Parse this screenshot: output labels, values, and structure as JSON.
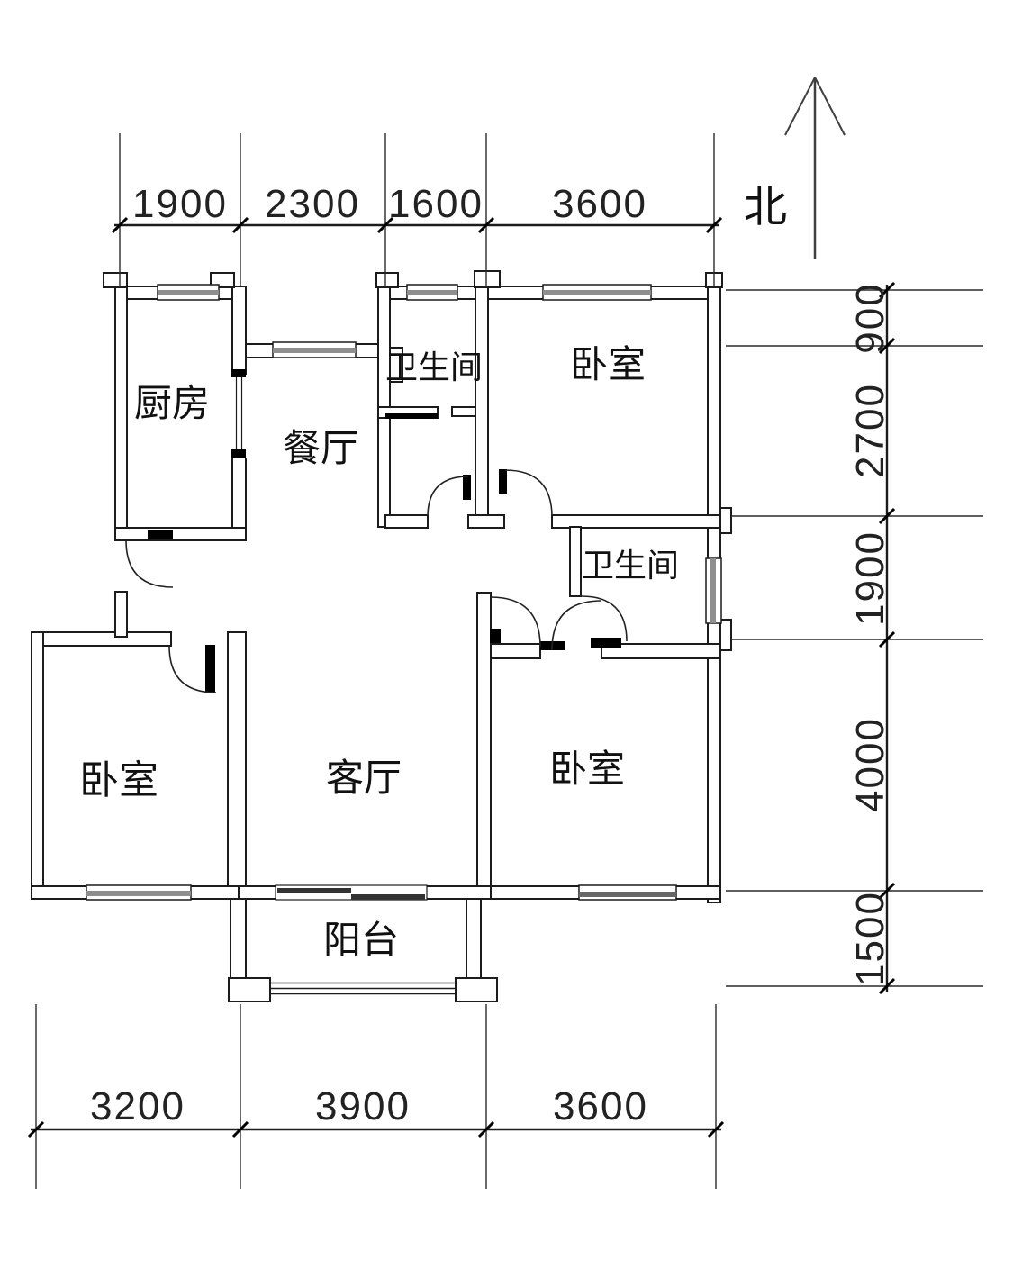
{
  "plan": {
    "compass_label": "北",
    "rooms": [
      {
        "name": "kitchen",
        "label": "厨房"
      },
      {
        "name": "dining-room",
        "label": "餐厅"
      },
      {
        "name": "bathroom-north",
        "label": "卫生间"
      },
      {
        "name": "bedroom-northeast",
        "label": "卧室"
      },
      {
        "name": "bathroom-east",
        "label": "卫生间"
      },
      {
        "name": "bedroom-west",
        "label": "卧室"
      },
      {
        "name": "living-room",
        "label": "客厅"
      },
      {
        "name": "bedroom-southeast",
        "label": "卧室"
      },
      {
        "name": "balcony",
        "label": "阳台"
      }
    ],
    "dims": {
      "top": [
        "1900",
        "2300",
        "1600",
        "3600"
      ],
      "right": [
        "900",
        "2700",
        "1900",
        "4000",
        "1500"
      ],
      "bottom": [
        "3200",
        "3900",
        "3600"
      ]
    },
    "colors": {
      "line": "#1c1c1c",
      "window_bar": "#8e8e8e",
      "door": "#000000",
      "background": "#ffffff"
    }
  }
}
